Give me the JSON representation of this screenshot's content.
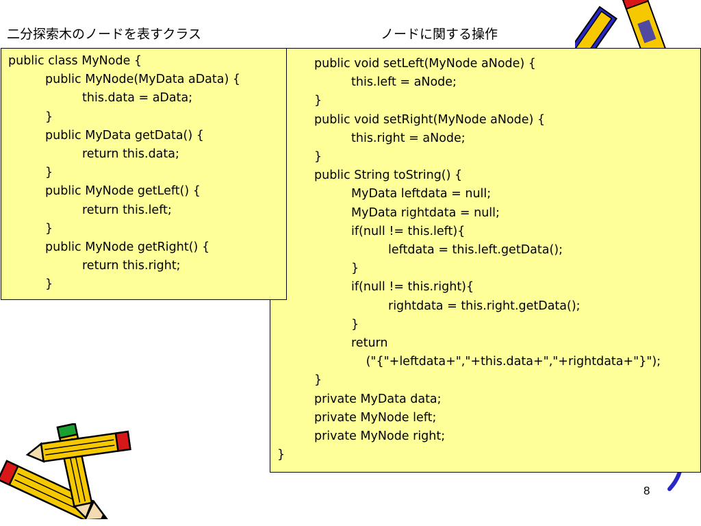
{
  "headings": {
    "left": "二分探索木のノードを表すクラス",
    "right": "ノードに関する操作"
  },
  "left_code": [
    {
      "indent": 0,
      "text": "public class MyNode {"
    },
    {
      "indent": 1,
      "text": "public MyNode(MyData aData) {"
    },
    {
      "indent": 2,
      "text": "this.data = aData;"
    },
    {
      "indent": 1,
      "text": "}"
    },
    {
      "indent": 1,
      "text": "public MyData getData() {"
    },
    {
      "indent": 2,
      "text": "return this.data;"
    },
    {
      "indent": 1,
      "text": "}"
    },
    {
      "indent": 1,
      "text": "public MyNode getLeft() {"
    },
    {
      "indent": 2,
      "text": "return this.left;"
    },
    {
      "indent": 1,
      "text": "}"
    },
    {
      "indent": 1,
      "text": "public MyNode getRight() {"
    },
    {
      "indent": 2,
      "text": "return this.right;"
    },
    {
      "indent": 1,
      "text": "}"
    }
  ],
  "right_code": [
    {
      "indent": 1,
      "text": "public void setLeft(MyNode aNode) {"
    },
    {
      "indent": 2,
      "text": "this.left = aNode;"
    },
    {
      "indent": 1,
      "text": "}"
    },
    {
      "indent": 1,
      "text": "public void setRight(MyNode aNode) {"
    },
    {
      "indent": 2,
      "text": "this.right = aNode;"
    },
    {
      "indent": 1,
      "text": "}"
    },
    {
      "indent": 1,
      "text": "public String toString() {"
    },
    {
      "indent": 2,
      "text": "MyData leftdata = null;"
    },
    {
      "indent": 2,
      "text": "MyData rightdata = null;"
    },
    {
      "indent": 2,
      "text": "if(null != this.left){"
    },
    {
      "indent": 3,
      "text": "leftdata = this.left.getData();"
    },
    {
      "indent": 2,
      "text": "}"
    },
    {
      "indent": 2,
      "text": "if(null != this.right){"
    },
    {
      "indent": 3,
      "text": "rightdata = this.right.getData();"
    },
    {
      "indent": 2,
      "text": "}"
    },
    {
      "indent": 2,
      "text": "return"
    },
    {
      "indent": 2.4,
      "text": "(\"{\"+leftdata+\",\"+this.data+\",\"+rightdata+\"}\");"
    },
    {
      "indent": 1,
      "text": "}"
    },
    {
      "indent": 1,
      "text": "private MyData data;"
    },
    {
      "indent": 1,
      "text": "private MyNode left;"
    },
    {
      "indent": 1,
      "text": "private MyNode right;"
    },
    {
      "indent": 0,
      "text": "}"
    }
  ],
  "slide_number": "8",
  "colors": {
    "code_box_background": "#ffff99",
    "pencil_yellow": "#f5c800",
    "pencil_red": "#d81818",
    "pencil_green": "#18a030",
    "pencil_blue": "#2828c8"
  },
  "icons": {
    "pencils_top_right": "pencil-cluster-icon",
    "pencils_bottom_left": "pencil-cluster-icon"
  }
}
